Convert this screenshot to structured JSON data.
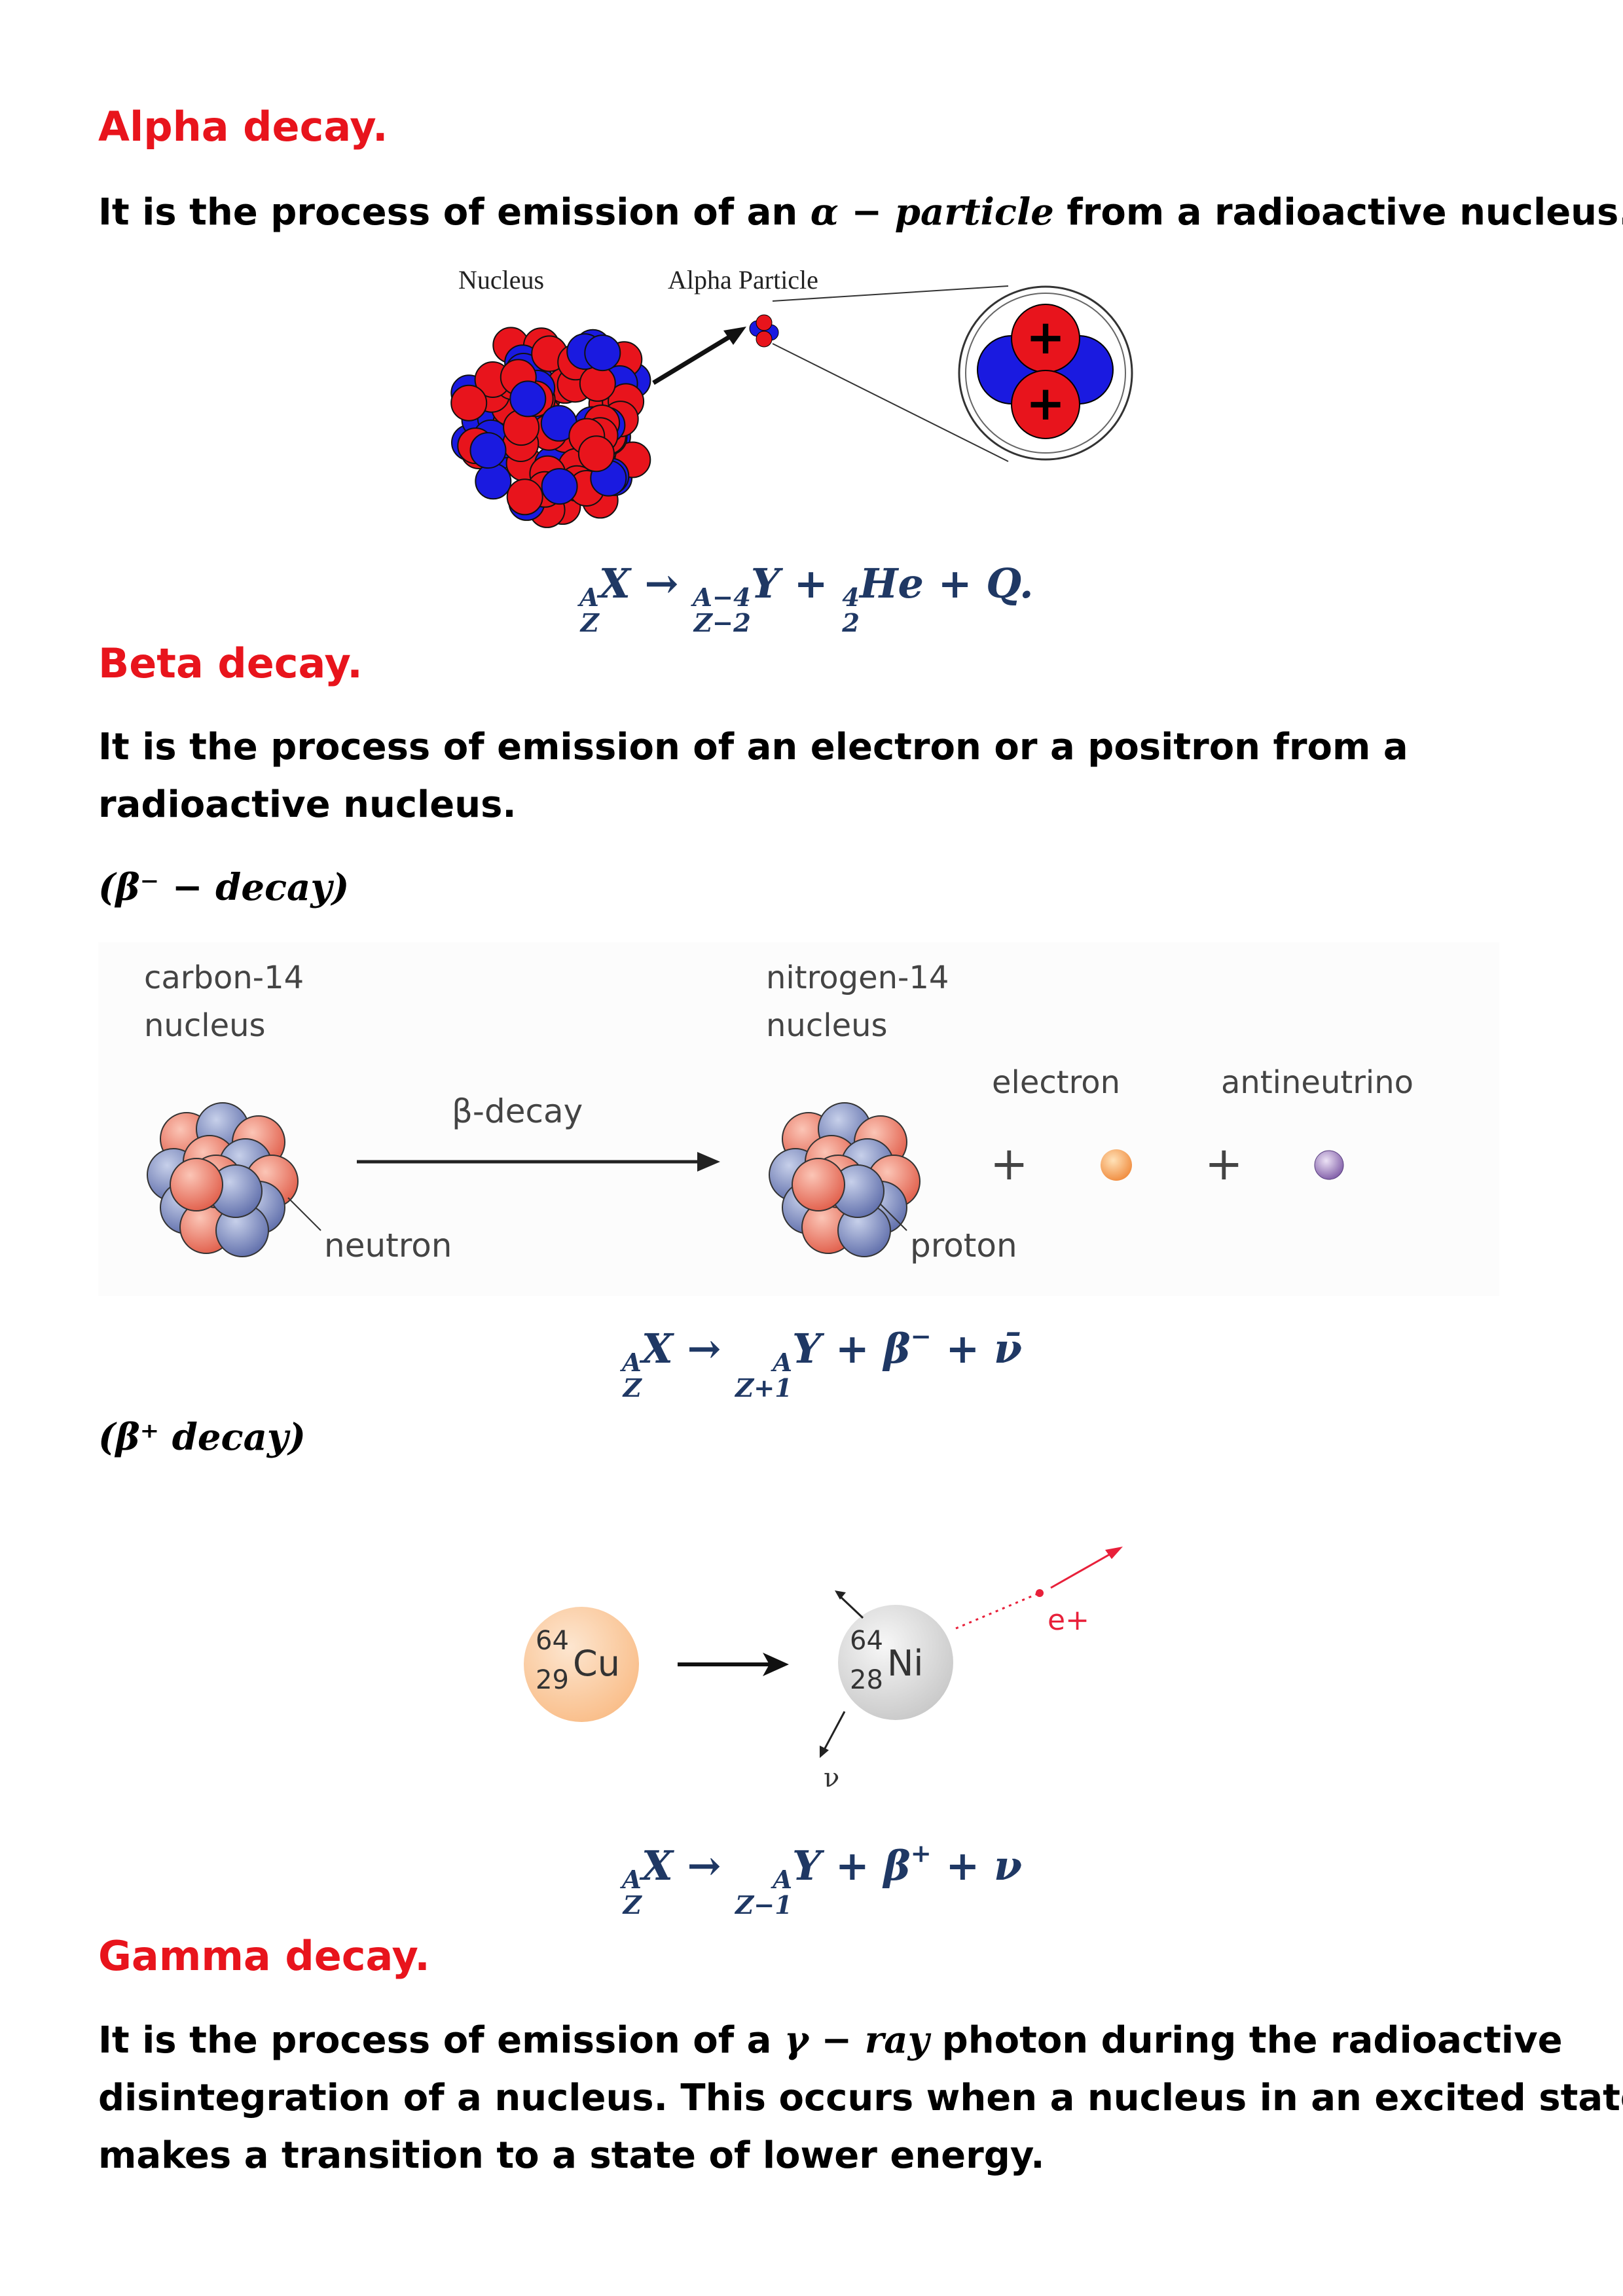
{
  "alpha": {
    "heading": "Alpha decay.",
    "text_before": "It is the process of emission of an ",
    "math": "α − particle",
    "text_after": " from a radioactive nucleus.",
    "figure": {
      "nucleus_label": "Nucleus",
      "particle_label": "Alpha Particle"
    },
    "equation": {
      "lhs_A": "A",
      "lhs_Z": "Z",
      "lhs": "X",
      "arrow": "→",
      "y_A": "A−4",
      "y_Z": "Z−2",
      "y": "Y",
      "plus": "+",
      "he_A": "4",
      "he_Z": "2",
      "he": "He",
      "q": "Q."
    }
  },
  "beta": {
    "heading": "Beta decay.",
    "text": "It is the process of emission of an electron or a positron from a radioactive nucleus.",
    "minus": {
      "label": "(β⁻ − decay)",
      "figure": {
        "left_label_1": "carbon-14",
        "left_label_2": "nucleus",
        "arrow_label": "β-decay",
        "right_label_1": "nitrogen-14",
        "right_label_2": "nucleus",
        "electron": "electron",
        "antineutrino": "antineutrino",
        "neutron": "neutron",
        "proton": "proton",
        "plus": "+"
      },
      "equation": {
        "lhs_A": "A",
        "lhs_Z": "Z",
        "lhs": "X",
        "arrow": "→",
        "y_A": "A",
        "y_Z": "Z+1",
        "y": "Y",
        "plus": "+",
        "beta": "β",
        "beta_sup": "−",
        "nu": "ν̄"
      }
    },
    "plus": {
      "label": "(β⁺ decay)",
      "figure": {
        "cu_mass": "64",
        "cu_z": "29",
        "cu": "Cu",
        "ni_mass": "64",
        "ni_z": "28",
        "ni": "Ni",
        "positron": "e+",
        "neutrino": "ν"
      },
      "equation": {
        "lhs_A": "A",
        "lhs_Z": "Z",
        "lhs": "X",
        "arrow": "→",
        "y_A": "A",
        "y_Z": "Z−1",
        "y": "Y",
        "plus": "+",
        "beta": "β",
        "beta_sup": "+",
        "nu": "ν"
      }
    }
  },
  "gamma": {
    "heading": "Gamma decay.",
    "line1_before": "It is the process of emission of a ",
    "line1_math": "γ − ray",
    "line1_after": " photon during the radioactive",
    "line2": "disintegration of a nucleus. This occurs when a nucleus in an excited state",
    "line3": "makes a transition to a state of lower energy."
  },
  "colors": {
    "heading": "#e8141c",
    "equation": "#1f3864",
    "proton": "#e8141c",
    "neutron": "#1a1ae0",
    "positron": "#e8203a",
    "cu": "#f9c79a",
    "ni": "#d9d9d9"
  }
}
